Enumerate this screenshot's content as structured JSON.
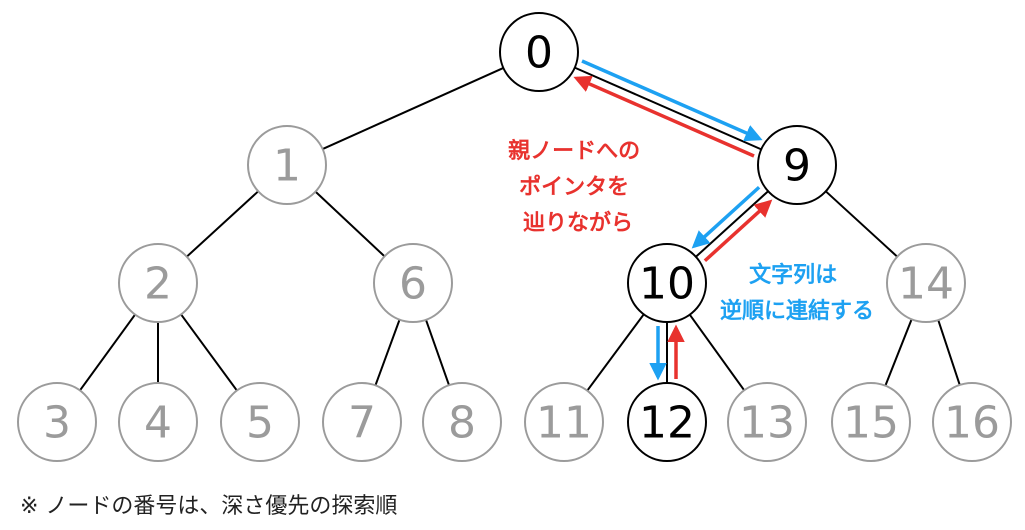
{
  "colors": {
    "active": "#000000",
    "inactive": "#9b9b9b",
    "parent_arrow": "#e8322e",
    "concat_arrow": "#1da1f2"
  },
  "nodes": [
    {
      "id": "0",
      "active": true
    },
    {
      "id": "1",
      "active": false
    },
    {
      "id": "2",
      "active": false
    },
    {
      "id": "3",
      "active": false
    },
    {
      "id": "4",
      "active": false
    },
    {
      "id": "5",
      "active": false
    },
    {
      "id": "6",
      "active": false
    },
    {
      "id": "7",
      "active": false
    },
    {
      "id": "8",
      "active": false
    },
    {
      "id": "9",
      "active": true
    },
    {
      "id": "10",
      "active": true
    },
    {
      "id": "11",
      "active": false
    },
    {
      "id": "12",
      "active": true
    },
    {
      "id": "13",
      "active": false
    },
    {
      "id": "14",
      "active": false
    },
    {
      "id": "15",
      "active": false
    },
    {
      "id": "16",
      "active": false
    }
  ],
  "edges": [
    [
      "0",
      "1"
    ],
    [
      "0",
      "9"
    ],
    [
      "1",
      "2"
    ],
    [
      "1",
      "6"
    ],
    [
      "2",
      "3"
    ],
    [
      "2",
      "4"
    ],
    [
      "2",
      "5"
    ],
    [
      "6",
      "7"
    ],
    [
      "6",
      "8"
    ],
    [
      "9",
      "10"
    ],
    [
      "9",
      "14"
    ],
    [
      "10",
      "11"
    ],
    [
      "10",
      "12"
    ],
    [
      "10",
      "13"
    ],
    [
      "14",
      "15"
    ],
    [
      "14",
      "16"
    ]
  ],
  "arrows": {
    "red": [
      [
        "12",
        "10"
      ],
      [
        "10",
        "9"
      ],
      [
        "9",
        "0"
      ]
    ],
    "blue": [
      [
        "0",
        "9"
      ],
      [
        "9",
        "10"
      ],
      [
        "10",
        "12"
      ]
    ]
  },
  "notes": {
    "parent": [
      "親ノードへの",
      "ポインタを",
      "辿りながら"
    ],
    "concat": [
      "文字列は",
      "逆順に連結する"
    ]
  },
  "footnote": "※ ノードの番号は、深さ優先の探索順"
}
